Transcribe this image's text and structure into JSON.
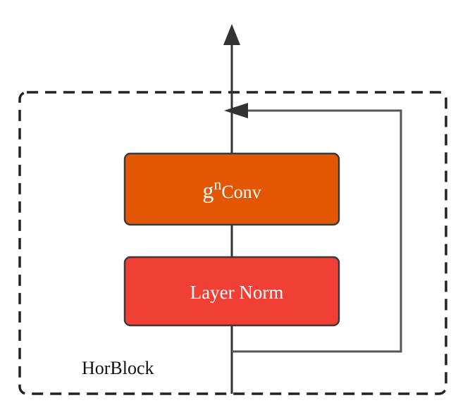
{
  "diagram": {
    "container_label": "HorBlock",
    "gnconv": {
      "base": "g",
      "superscript": "n",
      "suffix": "Conv"
    },
    "layer_norm_label": "Layer Norm"
  },
  "colors": {
    "gnconv_fill": "#E35604",
    "layer_norm_fill": "#F04036",
    "block_stroke": "#3a3a3a",
    "line": "#333333",
    "border_dash": "#222222",
    "text_light": "#ffffff",
    "text_dark": "#111111"
  }
}
